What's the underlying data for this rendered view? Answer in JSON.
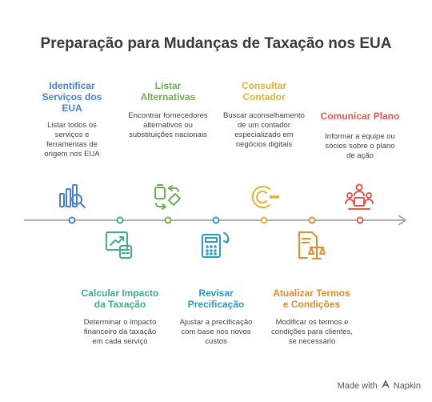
{
  "title": "Preparação para Mudanças de Taxação nos EUA",
  "colors": {
    "blue": "#4a7fd6",
    "green": "#6ab04c",
    "yellow": "#e2b22e",
    "red": "#e05a4e",
    "teal": "#3bb08a",
    "cyan": "#2e9ac6",
    "orange": "#e48b2e",
    "axis": "#999999"
  },
  "steps": [
    {
      "title": "Identificar Serviços dos EUA",
      "desc": "Listar todos os serviços e ferramentas de origem nos EUA",
      "icon": "search-documents-icon",
      "color": "#4a7fd6"
    },
    {
      "title": "Calcular Impacto da Taxação",
      "desc": "Determinar o impacto financeiro da taxação em cada serviço",
      "icon": "chart-calculator-icon",
      "color": "#3bb08a"
    },
    {
      "title": "Listar Alternativas",
      "desc": "Encontrar fornecedores alternativos ou substituições nacionais",
      "icon": "swap-icon",
      "color": "#6ab04c"
    },
    {
      "title": "Revisar Precificação",
      "desc": "Ajustar a precificação com base nos novos custos",
      "icon": "calculator-refresh-icon",
      "color": "#2e9ac6"
    },
    {
      "title": "Consultar Contador",
      "desc": "Buscar aconselhamento de um contador especializado em negócios digitais",
      "icon": "consult-icon",
      "color": "#e2b22e"
    },
    {
      "title": "Atualizar Termos e Condições",
      "desc": "Modificar os termos e condições para clientes, se necessário",
      "icon": "document-scales-icon",
      "color": "#e48b2e"
    },
    {
      "title": "Comunicar Plano",
      "desc": "Informar a equipe ou sócios sobre o plano de ação",
      "icon": "team-meeting-icon",
      "color": "#e05a4e"
    }
  ],
  "footer": {
    "made_with": "Made with",
    "brand": "Napkin"
  }
}
